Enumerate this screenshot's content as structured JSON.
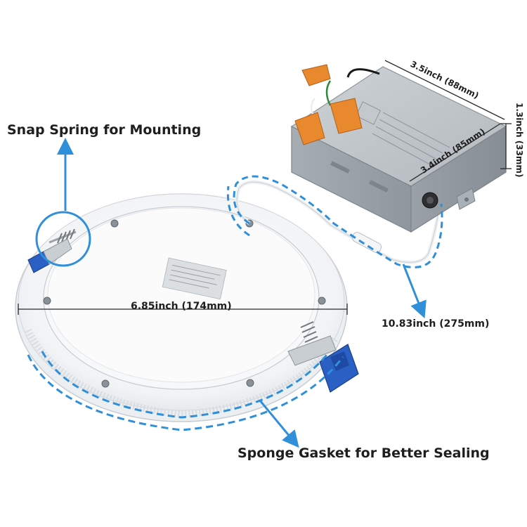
{
  "labels": {
    "snap_spring": "Snap Spring for Mounting",
    "sponge_gasket": "Sponge Gasket for Better Sealing",
    "diameter": "6.85inch (174mm)",
    "cable_length": "10.83inch (275mm)",
    "box_length": "3.5inch (88mm)",
    "box_width": "3.4inch (85mm)",
    "box_height": "1.3inch (33mm)"
  },
  "colors": {
    "accent_blue": "#2f8fd9",
    "panel_white": "#f7f8f9",
    "box_gray": "#b9bfc4",
    "wire_nut_orange": "#e9892e",
    "clip_blue": "#2a5fc4",
    "text": "#1e1e1e"
  }
}
